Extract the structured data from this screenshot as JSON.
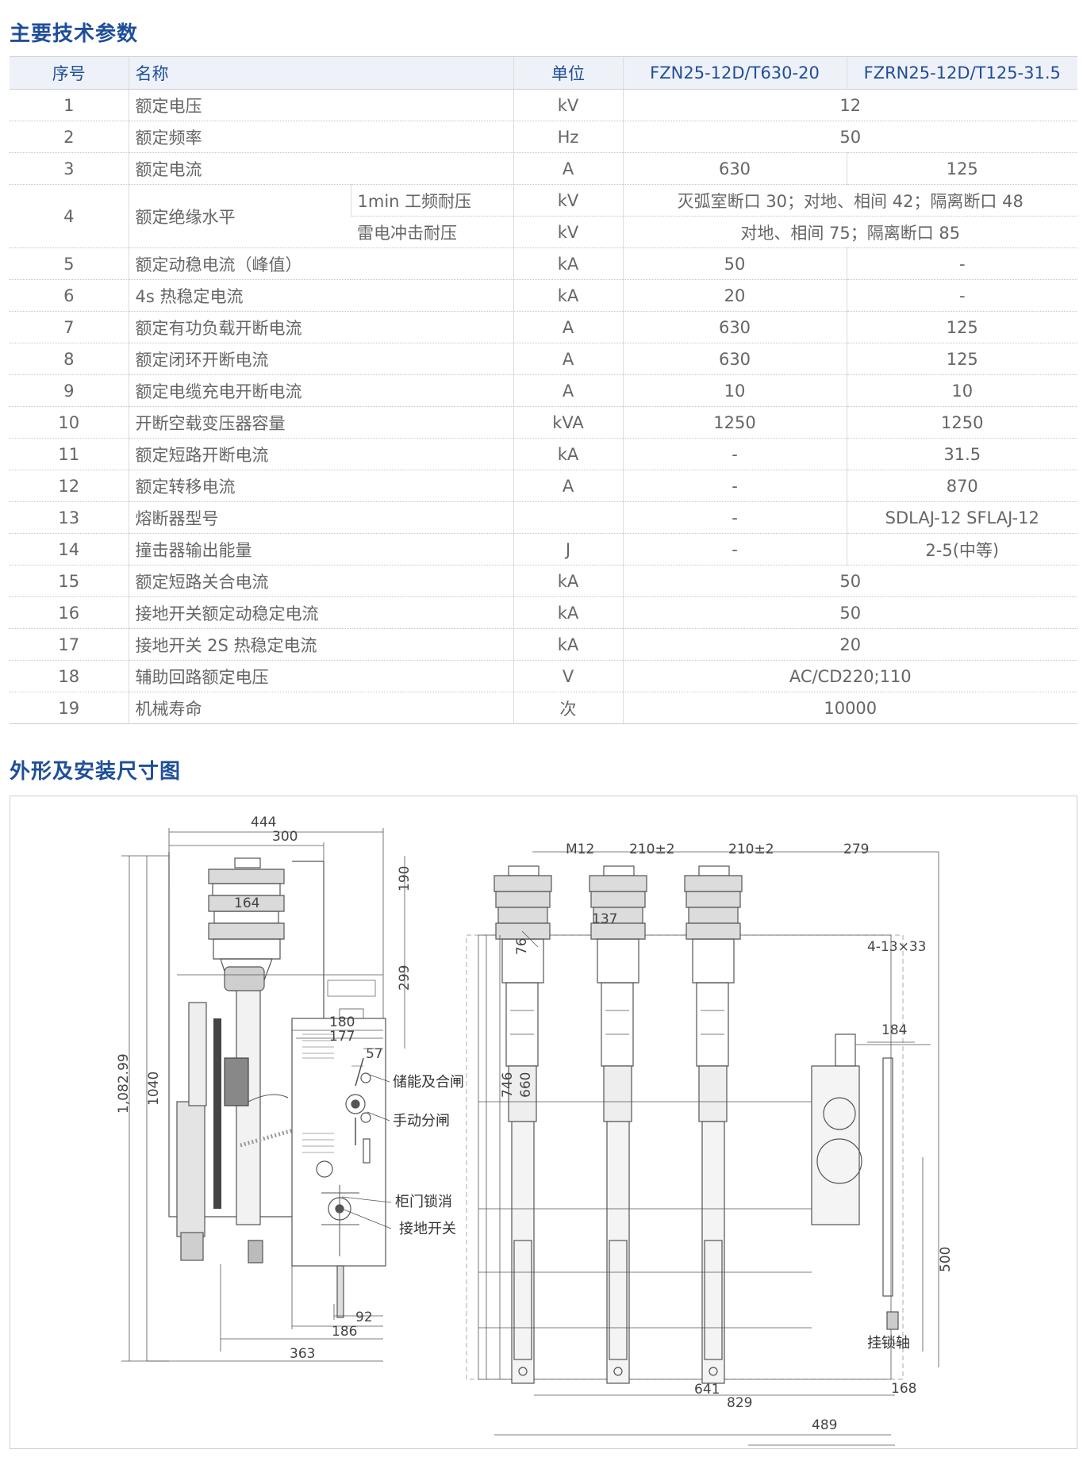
{
  "section1_title": "主要技术参数",
  "section2_title": "外形及安装尺寸图",
  "table": {
    "headers": {
      "no": "序号",
      "name": "名称",
      "unit": "单位",
      "model1": "FZN25-12D/T630-20",
      "model2": "FZRN25-12D/T125-31.5"
    },
    "rows": [
      {
        "no": "1",
        "name": "额定电压",
        "unit": "kV",
        "merged": "12"
      },
      {
        "no": "2",
        "name": "额定频率",
        "unit": "Hz",
        "merged": "50"
      },
      {
        "no": "3",
        "name": "额定电流",
        "unit": "A",
        "v1": "630",
        "v2": "125"
      },
      {
        "no": "4",
        "name": "额定绝缘水平",
        "sub1": "1min 工频耐压",
        "unit1": "kV",
        "merged1": "灭弧室断口 30；对地、相间 42；隔离断口 48",
        "sub2": "雷电冲击耐压",
        "unit2": "kV",
        "merged2": "对地、相间 75；隔离断口 85"
      },
      {
        "no": "5",
        "name": "额定动稳电流（峰值）",
        "unit": "kA",
        "v1": "50",
        "v2": "-"
      },
      {
        "no": "6",
        "name": "4s 热稳定电流",
        "unit": "kA",
        "v1": "20",
        "v2": "-"
      },
      {
        "no": "7",
        "name": "额定有功负载开断电流",
        "unit": "A",
        "v1": "630",
        "v2": "125"
      },
      {
        "no": "8",
        "name": "额定闭环开断电流",
        "unit": "A",
        "v1": "630",
        "v2": "125"
      },
      {
        "no": "9",
        "name": "额定电缆充电开断电流",
        "unit": "A",
        "v1": "10",
        "v2": "10"
      },
      {
        "no": "10",
        "name": "开断空载变压器容量",
        "unit": "kVA",
        "v1": "1250",
        "v2": "1250"
      },
      {
        "no": "11",
        "name": "额定短路开断电流",
        "unit": "kA",
        "v1": "-",
        "v2": "31.5"
      },
      {
        "no": "12",
        "name": "额定转移电流",
        "unit": "A",
        "v1": "-",
        "v2": "870"
      },
      {
        "no": "13",
        "name": "熔断器型号",
        "unit": "",
        "v1": "-",
        "v2": "SDLAJ-12 SFLAJ-12"
      },
      {
        "no": "14",
        "name": "撞击器输出能量",
        "unit": "J",
        "v1": "-",
        "v2": "2-5(中等)"
      },
      {
        "no": "15",
        "name": "额定短路关合电流",
        "unit": "kA",
        "merged": "50"
      },
      {
        "no": "16",
        "name": "接地开关额定动稳定电流",
        "unit": "kA",
        "merged": "50"
      },
      {
        "no": "17",
        "name": "接地开关 2S 热稳定电流",
        "unit": "kA",
        "merged": "20"
      },
      {
        "no": "18",
        "name": "辅助回路额定电压",
        "unit": "V",
        "merged": "AC/CD220;110"
      },
      {
        "no": "19",
        "name": "机械寿命",
        "unit": "次",
        "merged": "10000"
      }
    ]
  },
  "drawing": {
    "side_dims": {
      "d444": "444",
      "d300": "300",
      "d190": "190",
      "d164": "164",
      "d299": "299",
      "d180": "180",
      "d177": "177",
      "d57": "57",
      "d1082": "1,082.99",
      "d1040": "1040",
      "d92": "92",
      "d186": "186",
      "d363": "363"
    },
    "side_labels": {
      "store": "储能及合闸",
      "manual": "手动分闸",
      "door": "柜门锁消",
      "earth": "接地开关"
    },
    "front_dims": {
      "m12": "M12",
      "d210a": "210±2",
      "d210b": "210±2",
      "d279": "279",
      "d137": "137",
      "d76": "76",
      "holes": "4-13×33",
      "d184": "184",
      "d746": "746",
      "d660": "660",
      "d500": "500",
      "d641": "641",
      "d168": "168",
      "d829": "829",
      "d489": "489"
    },
    "front_labels": {
      "lock": "挂锁轴"
    }
  }
}
